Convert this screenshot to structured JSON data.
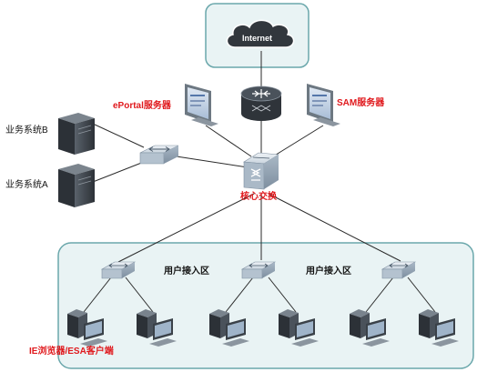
{
  "colors": {
    "zone_fill": "#e9f3f4",
    "zone_stroke": "#6aa7ab",
    "link": "#2a2a2a",
    "label_red": "#e0191d",
    "label_black": "#111111",
    "device_top": "#d6dfe7",
    "device_side": "#9fb0c0",
    "server_body": "#3c4249",
    "monitor_frame": "#6d7882"
  },
  "icons": {
    "cloud": "cloud-icon",
    "router": "router-icon",
    "core_switch": "core-switch-icon",
    "switch": "switch-icon",
    "server": "server-icon",
    "monitor": "monitor-icon",
    "pc": "desktop-pc-icon"
  },
  "labels": {
    "internet": "Internet",
    "eportal": "ePortal服务器",
    "sam": "SAM服务器",
    "system_b": "业务系统B",
    "system_a": "业务系统A",
    "core_switch": "核心交换",
    "access_1": "用户接入区",
    "access_2": "用户接入区",
    "client": "IE浏览器/ESA客户端"
  }
}
